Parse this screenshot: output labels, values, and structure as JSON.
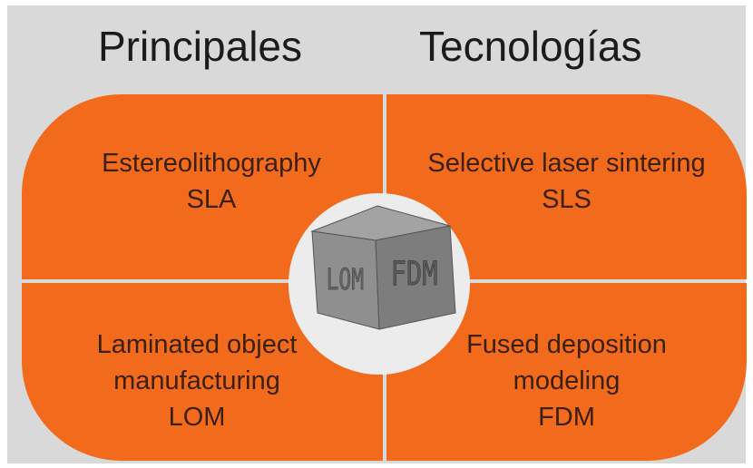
{
  "title": {
    "left": "Principales",
    "right": "Tecnologías"
  },
  "quadrants": {
    "top_left": {
      "line1": "Estereolithography",
      "line2": "SLA"
    },
    "top_right": {
      "line1": "Selective laser sintering",
      "line2": "SLS"
    },
    "bottom_left": {
      "line1": "Laminated object",
      "line2": "manufacturing",
      "line3": "LOM"
    },
    "bottom_right": {
      "line1": "Fused deposition",
      "line2": "modeling",
      "line3": "FDM"
    }
  },
  "cube": {
    "left_face": "LOM",
    "right_face": "FDM"
  },
  "colors": {
    "quadrant": "#f26b1d",
    "background": "#d9d9d9",
    "hub": "#ececec",
    "cube": "#8a8a8a"
  }
}
